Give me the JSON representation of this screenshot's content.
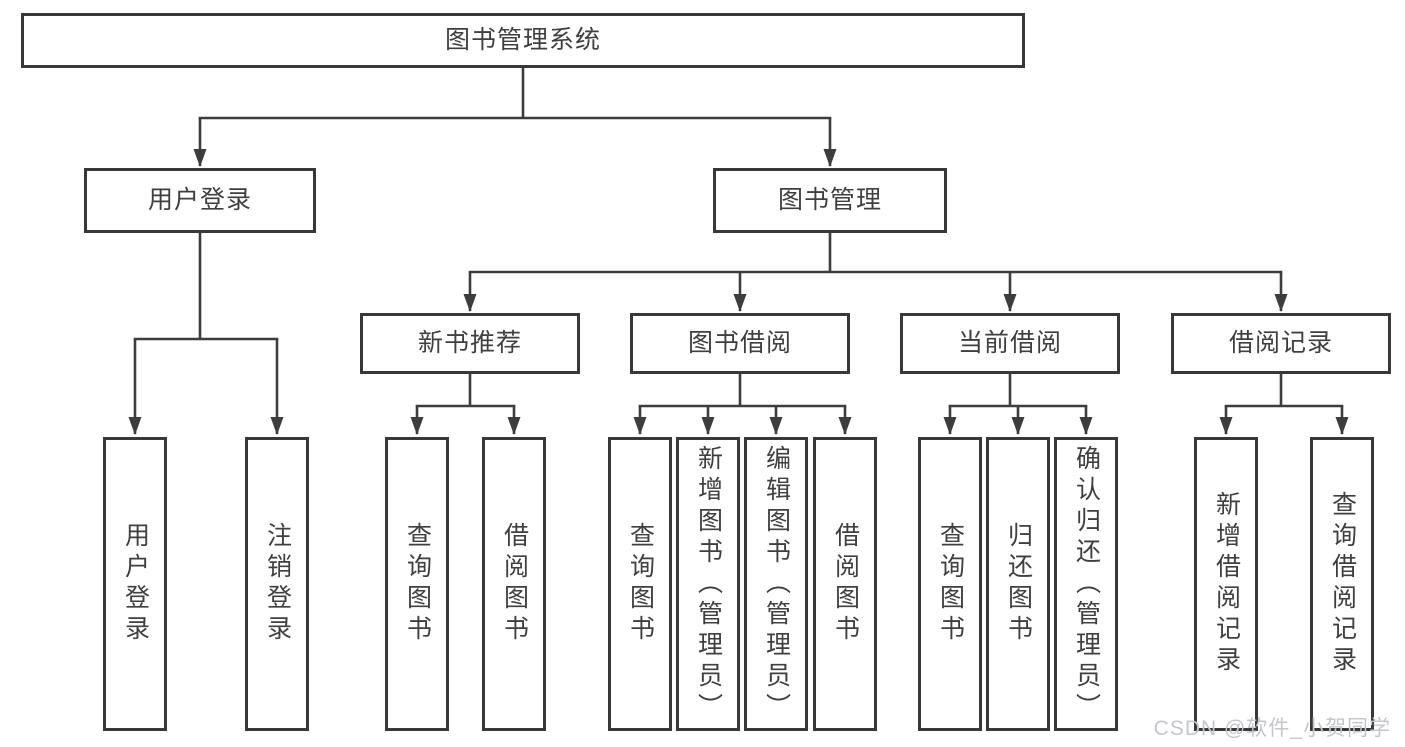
{
  "tree": {
    "root": {
      "label": "图书管理系统"
    },
    "children": [
      {
        "label": "用户登录",
        "children": [
          {
            "label": "用户登录"
          },
          {
            "label": "注销登录"
          }
        ]
      },
      {
        "label": "图书管理",
        "children": [
          {
            "label": "新书推荐",
            "children": [
              {
                "label": "查询图书"
              },
              {
                "label": "借阅图书"
              }
            ]
          },
          {
            "label": "图书借阅",
            "children": [
              {
                "label": "查询图书"
              },
              {
                "label": "新增图书（管理员）"
              },
              {
                "label": "编辑图书（管理员）"
              },
              {
                "label": "借阅图书"
              }
            ]
          },
          {
            "label": "当前借阅",
            "children": [
              {
                "label": "查询图书"
              },
              {
                "label": "归还图书"
              },
              {
                "label": "确认归还（管理员）"
              }
            ]
          },
          {
            "label": "借阅记录",
            "children": [
              {
                "label": "新增借阅记录"
              },
              {
                "label": "查询借阅记录"
              }
            ]
          }
        ]
      }
    ]
  },
  "watermark": {
    "text": "CSDN @软件_小贺同学"
  },
  "colors": {
    "line": "#3d3d3d",
    "box_border": "#383838",
    "text": "#3f3f3f",
    "background": "#ffffff",
    "watermark": "#c3c7cc"
  }
}
